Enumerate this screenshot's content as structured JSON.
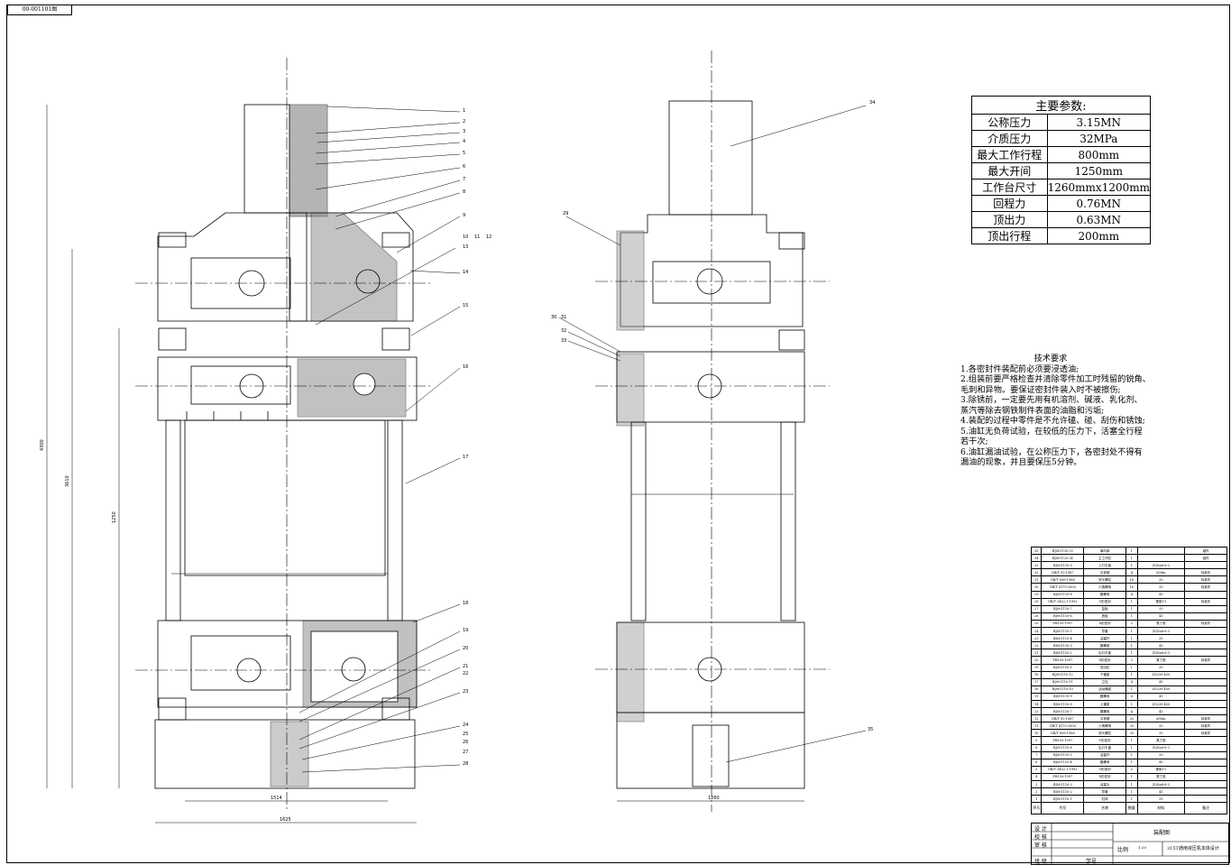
{
  "drawing_code": "00-001101图",
  "main_params": {
    "title": "主要参数:",
    "rows": [
      {
        "k": "公称压力",
        "v": "3.15MN"
      },
      {
        "k": "介质压力",
        "v": "32MPa"
      },
      {
        "k": "最大工作行程",
        "v": "800mm"
      },
      {
        "k": "最大开间",
        "v": "1250mm"
      },
      {
        "k": "工作台尺寸",
        "v": "1260mmx1200mm"
      },
      {
        "k": "回程力",
        "v": "0.76MN"
      },
      {
        "k": "顶出力",
        "v": "0.63MN"
      },
      {
        "k": "顶出行程",
        "v": "200mm"
      }
    ]
  },
  "tech_req": {
    "title": "技术要求",
    "lines": [
      "1.各密封件装配前必须要浸透油;",
      "2.组装前要严格检查并清除零件加工时残留的锐角、",
      "毛刺和异物。要保证密封件装入时不被擦伤;",
      "3.除锈前，一定要先用有机溶剂、碱液、乳化剂、",
      "蒸汽等除去钢铁制件表面的油脂和污垢;",
      "4.装配的过程中零件是不允许磕、碰、刮伤和锈蚀;",
      "5.油缸无负荷试验，在较低的压力下，活塞全行程",
      "若干次;",
      "6.油缸漏油试验，在公称压力下，各密封处不得有",
      "漏油的现象，并且要保压5分钟。"
    ]
  },
  "leader_numbers_left": [
    "1",
    "2",
    "3",
    "4",
    "5",
    "6",
    "7",
    "8",
    "9",
    "10",
    "11",
    "12",
    "13",
    "14",
    "15",
    "16",
    "17",
    "18",
    "19",
    "20",
    "21",
    "22",
    "23",
    "24",
    "25",
    "26",
    "27",
    "28"
  ],
  "leader_numbers_right": [
    "29",
    "30",
    "31",
    "32",
    "33",
    "34",
    "35"
  ],
  "bom_header": [
    "序号",
    "代号",
    "名称",
    "数量",
    "材料",
    "备注"
  ],
  "bom_rows": [
    [
      "35",
      "BJ001120-25",
      "单向阀",
      "1",
      "",
      "组件"
    ],
    [
      "34",
      "BJ001120-24",
      "主工作缸",
      "1",
      "",
      "组件"
    ],
    [
      "33",
      "BJ001110-9",
      "上打平盖",
      "1",
      "ZQSn6-6-3",
      ""
    ],
    [
      "32",
      "GB/T 93-1987",
      "平垫圈",
      "4",
      "65Mn",
      "标准件"
    ],
    [
      "31",
      "GB/T 898-1988",
      "双头螺柱",
      "16",
      "35",
      "标准件"
    ],
    [
      "30",
      "GB/T 6170-2000",
      "六角螺母",
      "16",
      "35",
      "标准件"
    ],
    [
      "29",
      "BJ001110-8",
      "圆螺母",
      "4",
      "45",
      ""
    ],
    [
      "28",
      "GB/T 3452.1-1992",
      "O形密封",
      "1",
      "橡胶I-1",
      "标准件"
    ],
    [
      "27",
      "BJ001110-7",
      "复板",
      "1",
      "35",
      ""
    ],
    [
      "26",
      "BJ001110-6",
      "底板",
      "1",
      "45",
      ""
    ],
    [
      "25",
      "FB150-1997",
      "X形密封",
      "2",
      "氯丁胶",
      "标准件"
    ],
    [
      "24",
      "BJ001110-5",
      "导套",
      "1",
      "ZQSn6-6-3",
      ""
    ],
    [
      "23",
      "BJ001110-4",
      "活塞杆",
      "1",
      "35",
      ""
    ],
    [
      "22",
      "BJ001110-3",
      "圆螺母",
      "1",
      "45",
      ""
    ],
    [
      "21",
      "BJ001110-2",
      "后口平盖",
      "1",
      "ZQSn6-6-3",
      ""
    ],
    [
      "20",
      "FB150-1997",
      "X形密封",
      "2",
      "氯丁胶",
      "标准件"
    ],
    [
      "19",
      "BJ001110-1",
      "顶出缸",
      "1",
      "35",
      ""
    ],
    [
      "18",
      "BJ001110-12",
      "下横梁",
      "1",
      "ZG230-450",
      ""
    ],
    [
      "17",
      "BJ001110-11",
      "立柱",
      "4",
      "45",
      ""
    ],
    [
      "16",
      "BJ001110-10",
      "活动横梁",
      "1",
      "ZG230-450",
      ""
    ],
    [
      "15",
      "BJ001110-9",
      "圆螺母",
      "4",
      "45",
      ""
    ],
    [
      "14",
      "BJ001110-8",
      "上横梁",
      "1",
      "ZG230-450",
      ""
    ],
    [
      "13",
      "BJ001110-7",
      "圆螺母",
      "4",
      "45",
      ""
    ],
    [
      "12",
      "GB/T 93-1987",
      "平垫圈",
      "20",
      "65Mn",
      "标准件"
    ],
    [
      "11",
      "GB/T 6170-2000",
      "六角螺母",
      "20",
      "35",
      "标准件"
    ],
    [
      "10",
      "GB/T 898-1988",
      "双头螺柱",
      "20",
      "35",
      "标准件"
    ],
    [
      "9",
      "FB150-1997",
      "V形密封",
      "1",
      "氯丁胶",
      ""
    ],
    [
      "8",
      "BJ001110-6",
      "后口平盖",
      "1",
      "ZQSn6-6-3",
      ""
    ],
    [
      "7",
      "BJ001110-5",
      "活塞杆",
      "1",
      "35",
      ""
    ],
    [
      "6",
      "BJ001110-4",
      "圆螺母",
      "1",
      "45",
      ""
    ],
    [
      "5",
      "GB/T 3452.1-1992",
      "O形密封",
      "2",
      "橡胶I-1",
      ""
    ],
    [
      "4",
      "FB150-1997",
      "X形密封",
      "1",
      "氯丁胶",
      ""
    ],
    [
      "3",
      "BJ001110-3",
      "活塞头",
      "1",
      "ZQSn6-6-3",
      ""
    ],
    [
      "2",
      "BJ001110-2",
      "导套",
      "1",
      "45",
      ""
    ],
    [
      "1",
      "BJ001110-1",
      "缸体",
      "1",
      "35",
      ""
    ]
  ],
  "title_block": {
    "design": "设 计",
    "check": "校 核",
    "review": "审 核",
    "class_label": "班 级",
    "student_no": "学号",
    "drawing_name": "装配图",
    "scale_label": "比例",
    "scale": "1:20",
    "project": "315T通用液压机本体设计"
  }
}
